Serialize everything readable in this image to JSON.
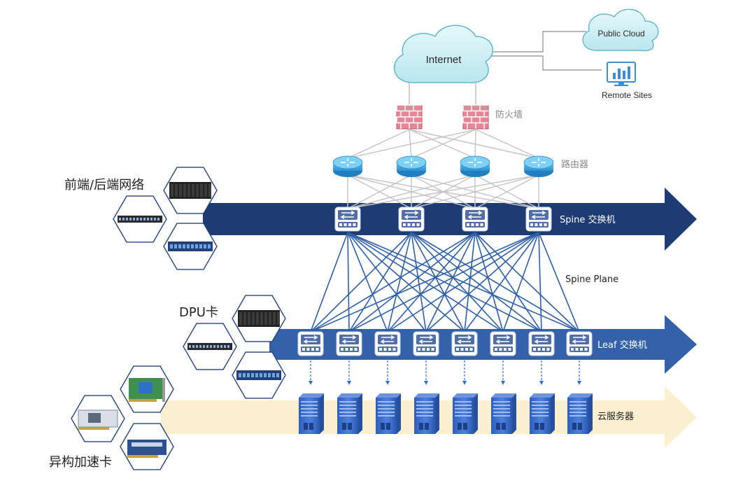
{
  "cloud": {
    "internet": "Internet",
    "public_cloud": "Public Cloud",
    "remote_sites": "Remote Sites"
  },
  "layers": {
    "firewall": "防火墙",
    "router": "路由器",
    "spine": "Spine 交换机",
    "spine_plane": "Spine Plane",
    "leaf": "Leaf 交换机",
    "server": "云服务器"
  },
  "side": {
    "network": "前端/后端网络",
    "dpu": "DPU卡",
    "accelerator": "异构加速卡"
  },
  "colors": {
    "spine_band": "#1f3b73",
    "leaf_band": "#3461a8",
    "server_band": "#fbefcf",
    "link_blue": "#2d5ea8",
    "link_gray": "#c6c6c6",
    "cloud_fill": "#cdeef3",
    "cloud_stroke": "#5fb7c8",
    "firewall": "#e58797",
    "router": "#45a7e2",
    "server": "#3a69c7"
  },
  "icons": {
    "firewall": "firewall-icon",
    "router": "router-icon",
    "spine": "spine-switch-icon",
    "leaf": "leaf-switch-icon",
    "server": "server-icon",
    "remote": "monitor-chart-icon"
  }
}
